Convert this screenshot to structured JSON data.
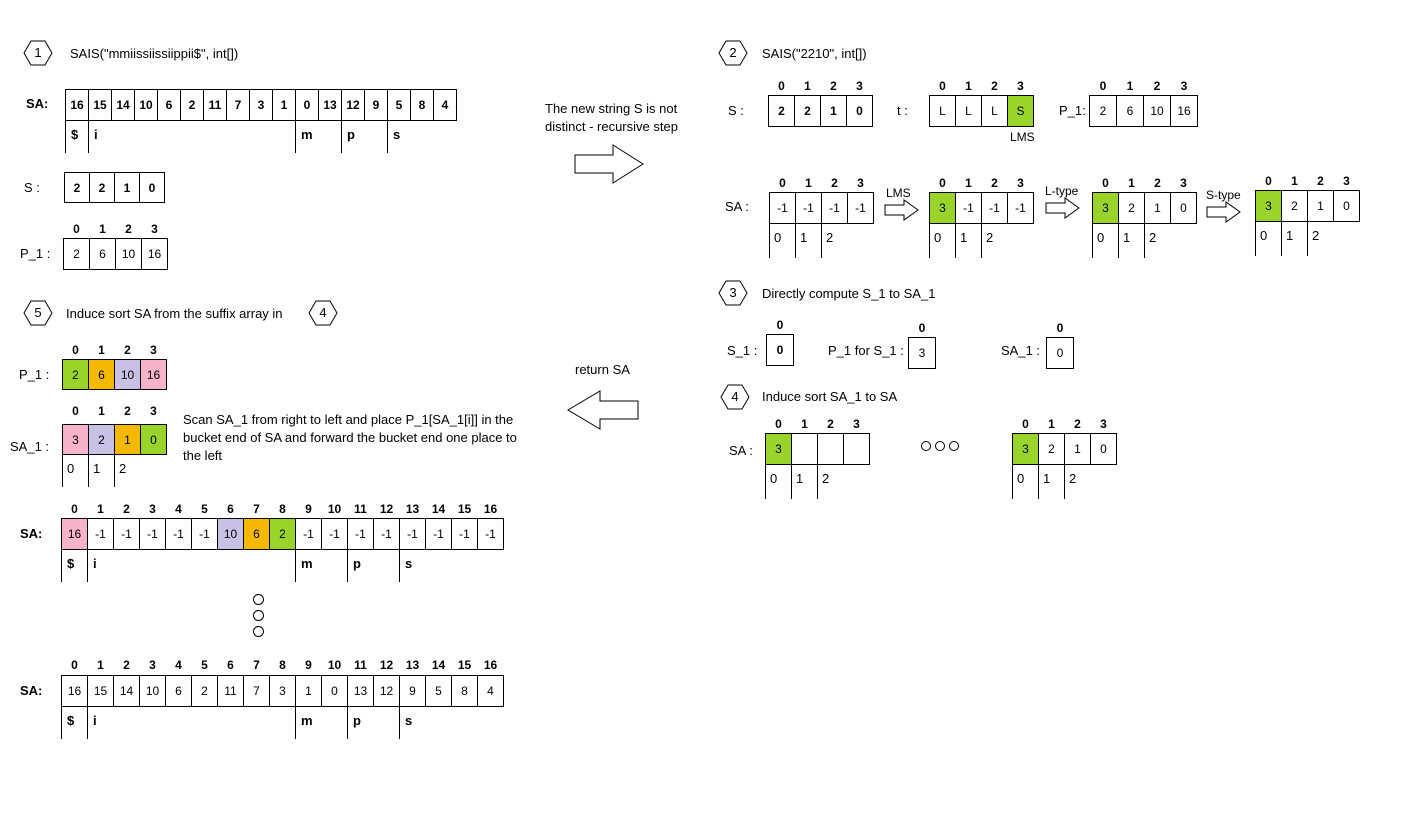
{
  "steps": {
    "s1": {
      "num": "1",
      "title": "SAIS(\"mmiissiissiippii$\", int[])"
    },
    "s2": {
      "num": "2",
      "title": "SAIS(\"2210\", int[])"
    },
    "s3": {
      "num": "3",
      "title": "Directly compute S_1 to SA_1"
    },
    "s4": {
      "num": "4",
      "title": "Induce sort SA_1 to SA"
    },
    "s5": {
      "num": "5",
      "title": "Induce sort SA from the suffix array in",
      "ref_num": "4"
    }
  },
  "labels": {
    "sa": "SA:",
    "s_colon": "S   :",
    "p1_colon": "P_1  :",
    "sa1_colon": "SA_1 :",
    "s2_s": "S   :",
    "s2_t": "t   :",
    "s2_p1": "P_1:",
    "s2_sa": "SA   :",
    "s3_s1": "S_1 :",
    "s3_p1": "P_1 for S_1 :",
    "s3_sa1": "SA_1 :",
    "s4_sa": "SA :",
    "lms_below": "LMS",
    "arrow_lms": "LMS",
    "arrow_ltype": "L-type",
    "arrow_stype": "S-type",
    "recursive_note": "The new string S is not distinct - recursive step",
    "return_sa": "return SA",
    "scan_note": "Scan SA_1 from right to left and place P_1[SA_1[i]] in the bucket end of SA and forward the bucket end one place to the left"
  },
  "buckets": {
    "dollar": "$",
    "i": "i",
    "m": "m",
    "p": "p",
    "s": "s"
  },
  "arrays": {
    "s1_sa": [
      "16",
      "15",
      "14",
      "10",
      "6",
      "2",
      "11",
      "7",
      "3",
      "1",
      "0",
      "13",
      "12",
      "9",
      "5",
      "8",
      "4"
    ],
    "s1_s": [
      "2",
      "2",
      "1",
      "0"
    ],
    "s1_p1": [
      "2",
      "6",
      "10",
      "16"
    ],
    "s2_s": [
      "2",
      "2",
      "1",
      "0"
    ],
    "s2_t": [
      "L",
      "L",
      "L",
      "S"
    ],
    "s2_p1": [
      "2",
      "6",
      "10",
      "16"
    ],
    "s2_sa_init": [
      "-1",
      "-1",
      "-1",
      "-1"
    ],
    "s2_sa_lms": [
      "3",
      "-1",
      "-1",
      "-1"
    ],
    "s2_sa_ltype": [
      "3",
      "2",
      "1",
      "0"
    ],
    "s2_sa_stype": [
      "3",
      "2",
      "1",
      "0"
    ],
    "s3_s1": [
      "0"
    ],
    "s3_p1": [
      "3"
    ],
    "s3_sa1": [
      "0"
    ],
    "s4_sa_start": [
      "3",
      "",
      "",
      ""
    ],
    "s4_sa_end": [
      "3",
      "2",
      "1",
      "0"
    ],
    "s5_p1": [
      "2",
      "6",
      "10",
      "16"
    ],
    "s5_sa1": [
      "3",
      "2",
      "1",
      "0"
    ],
    "s5_sa": [
      "16",
      "-1",
      "-1",
      "-1",
      "-1",
      "-1",
      "10",
      "6",
      "2",
      "-1",
      "-1",
      "-1",
      "-1",
      "-1",
      "-1",
      "-1",
      "-1"
    ],
    "final_sa": [
      "16",
      "15",
      "14",
      "10",
      "6",
      "2",
      "11",
      "7",
      "3",
      "1",
      "0",
      "13",
      "12",
      "9",
      "5",
      "8",
      "4"
    ]
  },
  "indices": {
    "four": [
      "0",
      "1",
      "2",
      "3"
    ],
    "one": [
      "0"
    ],
    "seventeen": [
      "0",
      "1",
      "2",
      "3",
      "4",
      "5",
      "6",
      "7",
      "8",
      "9",
      "10",
      "11",
      "12",
      "13",
      "14",
      "15",
      "16"
    ],
    "bucket_nums": [
      "0",
      "1",
      "2"
    ]
  },
  "colors": {
    "green": "#99d42a",
    "orange": "#f5b800",
    "purple": "#c9c0e6",
    "pink": "#f6b3c9"
  }
}
